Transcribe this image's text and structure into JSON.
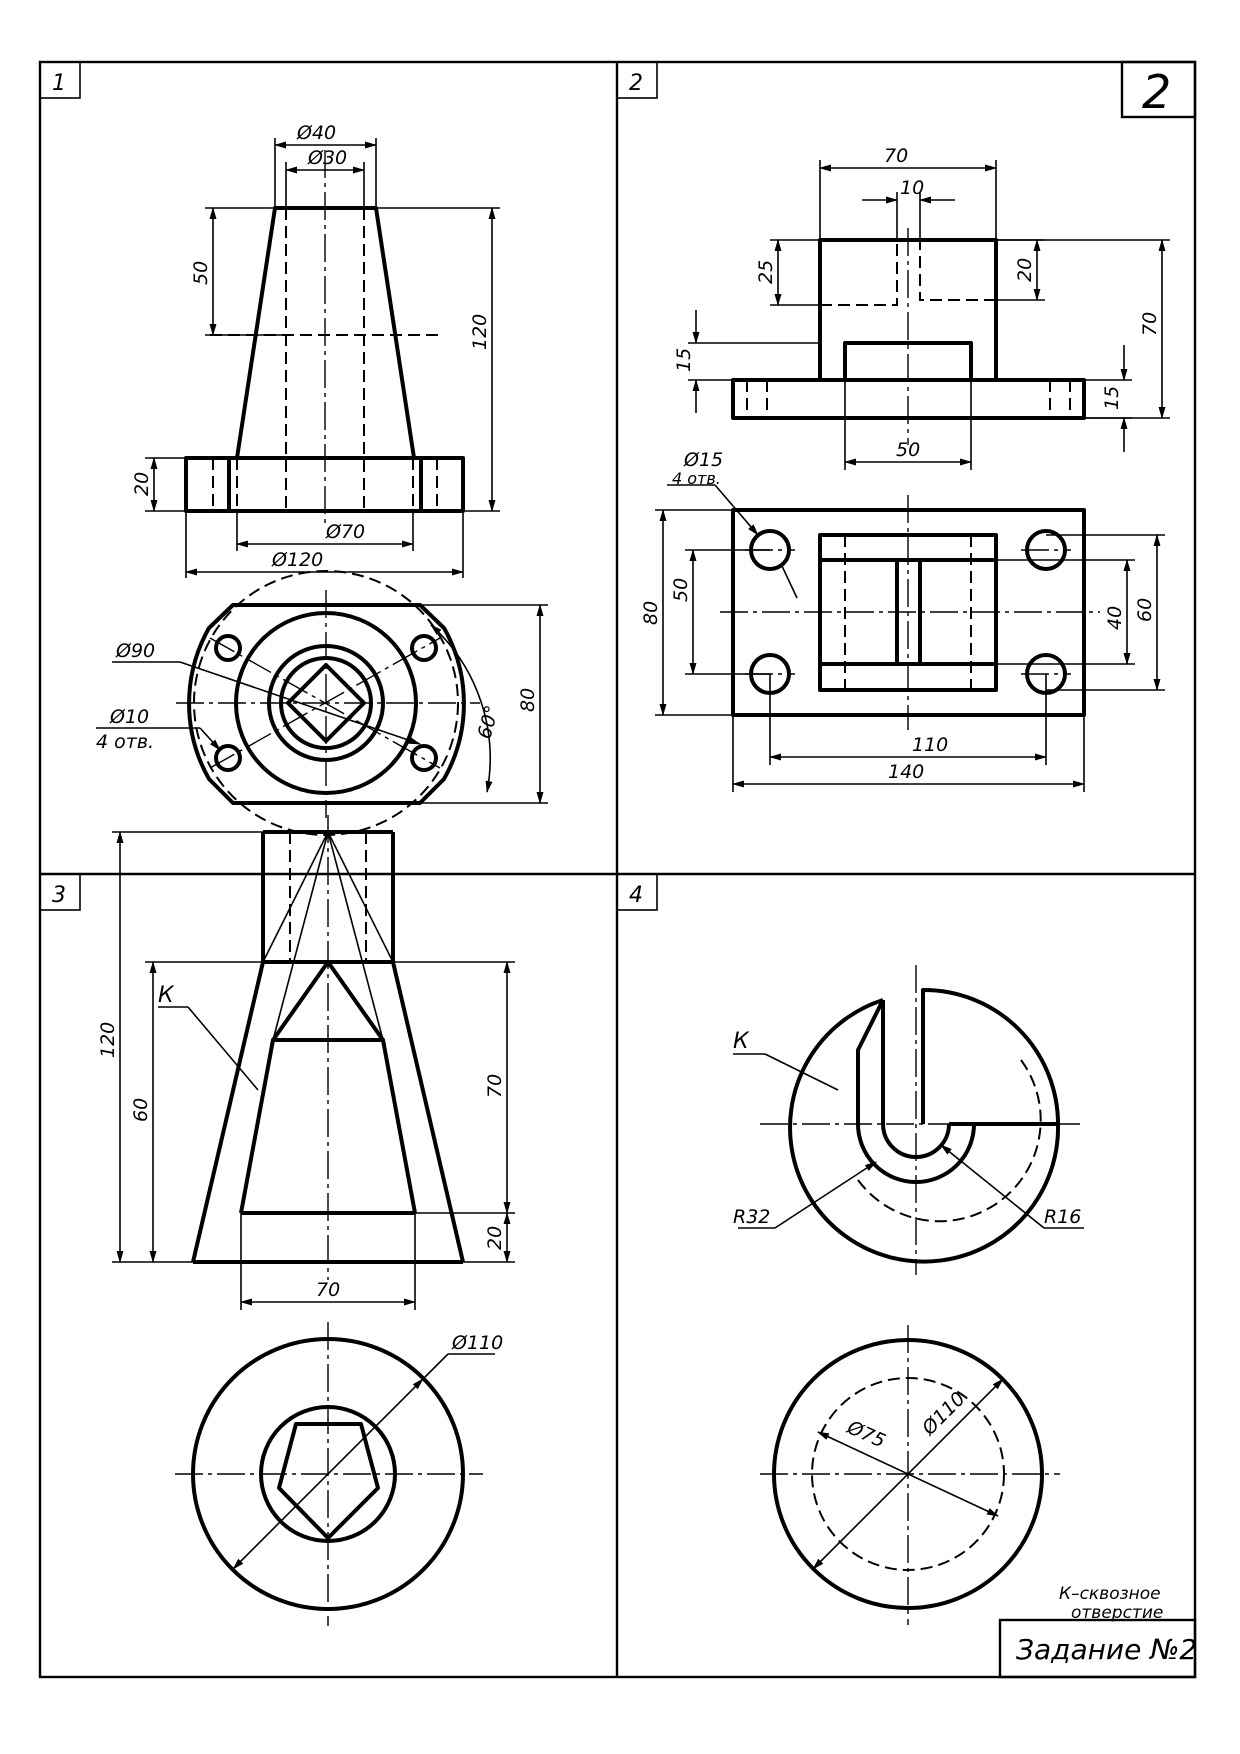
{
  "sheet": {
    "badge": "2",
    "task_title": "Задание №2",
    "note_line1": "К–сквозное",
    "note_line2": "отверстие"
  },
  "panels": [
    {
      "number": "1",
      "dims": {
        "d40": "Ø40",
        "d30": "Ø30",
        "h50": "50",
        "h120": "120",
        "h20": "20",
        "d70": "Ø70",
        "d120": "Ø120",
        "d90": "Ø90",
        "d10": "Ø10",
        "holes": "4 отв.",
        "angle": "60°",
        "w80": "80"
      }
    },
    {
      "number": "2",
      "dims": {
        "w70": "70",
        "w10": "10",
        "h25": "25",
        "h20": "20",
        "h70": "70",
        "h15a": "15",
        "h15b": "15",
        "w50": "50",
        "d15": "Ø15",
        "holes": "4 отв.",
        "h80": "80",
        "h50": "50",
        "h60": "60",
        "h40": "40",
        "w110": "110",
        "w140": "140"
      }
    },
    {
      "number": "3",
      "dims": {
        "k": "К",
        "h120": "120",
        "h60": "60",
        "h70": "70",
        "h20": "20",
        "w70": "70",
        "d110": "Ø110"
      }
    },
    {
      "number": "4",
      "dims": {
        "k": "К",
        "r32": "R32",
        "r16": "R16",
        "d75": "Ø75",
        "d110": "Ø110"
      }
    }
  ]
}
